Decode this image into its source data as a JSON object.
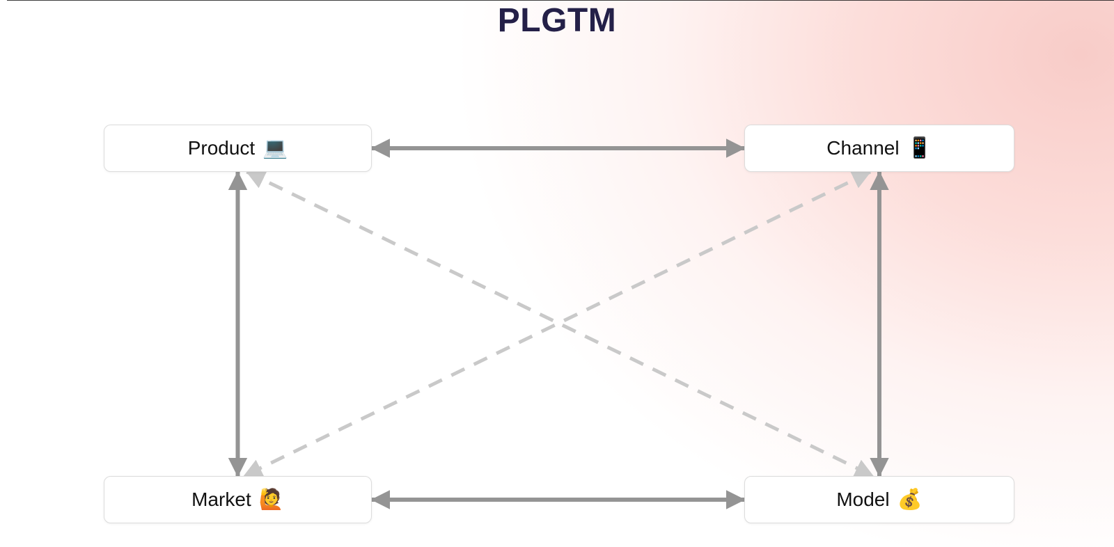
{
  "page": {
    "title": "PLGTM"
  },
  "diagram": {
    "nodes": [
      {
        "id": "product",
        "label": "Product",
        "emoji": "💻",
        "emoji_name": "laptop-emoji"
      },
      {
        "id": "channel",
        "label": "Channel",
        "emoji": "📱",
        "emoji_name": "mobile-phone-emoji"
      },
      {
        "id": "market",
        "label": "Market",
        "emoji": "🙋",
        "emoji_name": "person-raising-hand-emoji"
      },
      {
        "id": "model",
        "label": "Model",
        "emoji": "💰",
        "emoji_name": "money-bag-emoji"
      }
    ],
    "edges": [
      {
        "from": "product",
        "to": "channel",
        "style": "solid",
        "bidirectional": true
      },
      {
        "from": "product",
        "to": "market",
        "style": "solid",
        "bidirectional": true
      },
      {
        "from": "channel",
        "to": "model",
        "style": "solid",
        "bidirectional": true
      },
      {
        "from": "market",
        "to": "model",
        "style": "solid",
        "bidirectional": true
      },
      {
        "from": "product",
        "to": "model",
        "style": "dashed",
        "bidirectional": true
      },
      {
        "from": "channel",
        "to": "market",
        "style": "dashed",
        "bidirectional": true
      }
    ]
  },
  "colors": {
    "title_text": "#242048",
    "node_text": "#111111",
    "node_bg": "#ffffff",
    "node_border": "#dcdcdc",
    "solid_arrow": "#949494",
    "dashed_arrow": "#c9c9c9",
    "bg_glow": "#f8ccc8"
  }
}
